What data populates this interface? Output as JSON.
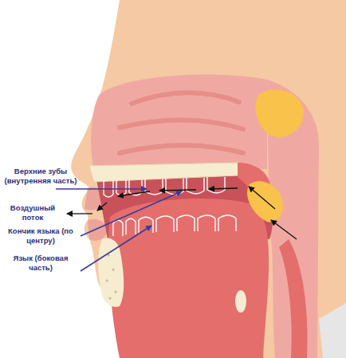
{
  "diagram": {
    "labels": [
      "Верхние зубы (внутренняя часть)",
      "Воздушный поток",
      "Кончик языка (по центру)",
      "Язык (боковая часть)"
    ]
  }
}
